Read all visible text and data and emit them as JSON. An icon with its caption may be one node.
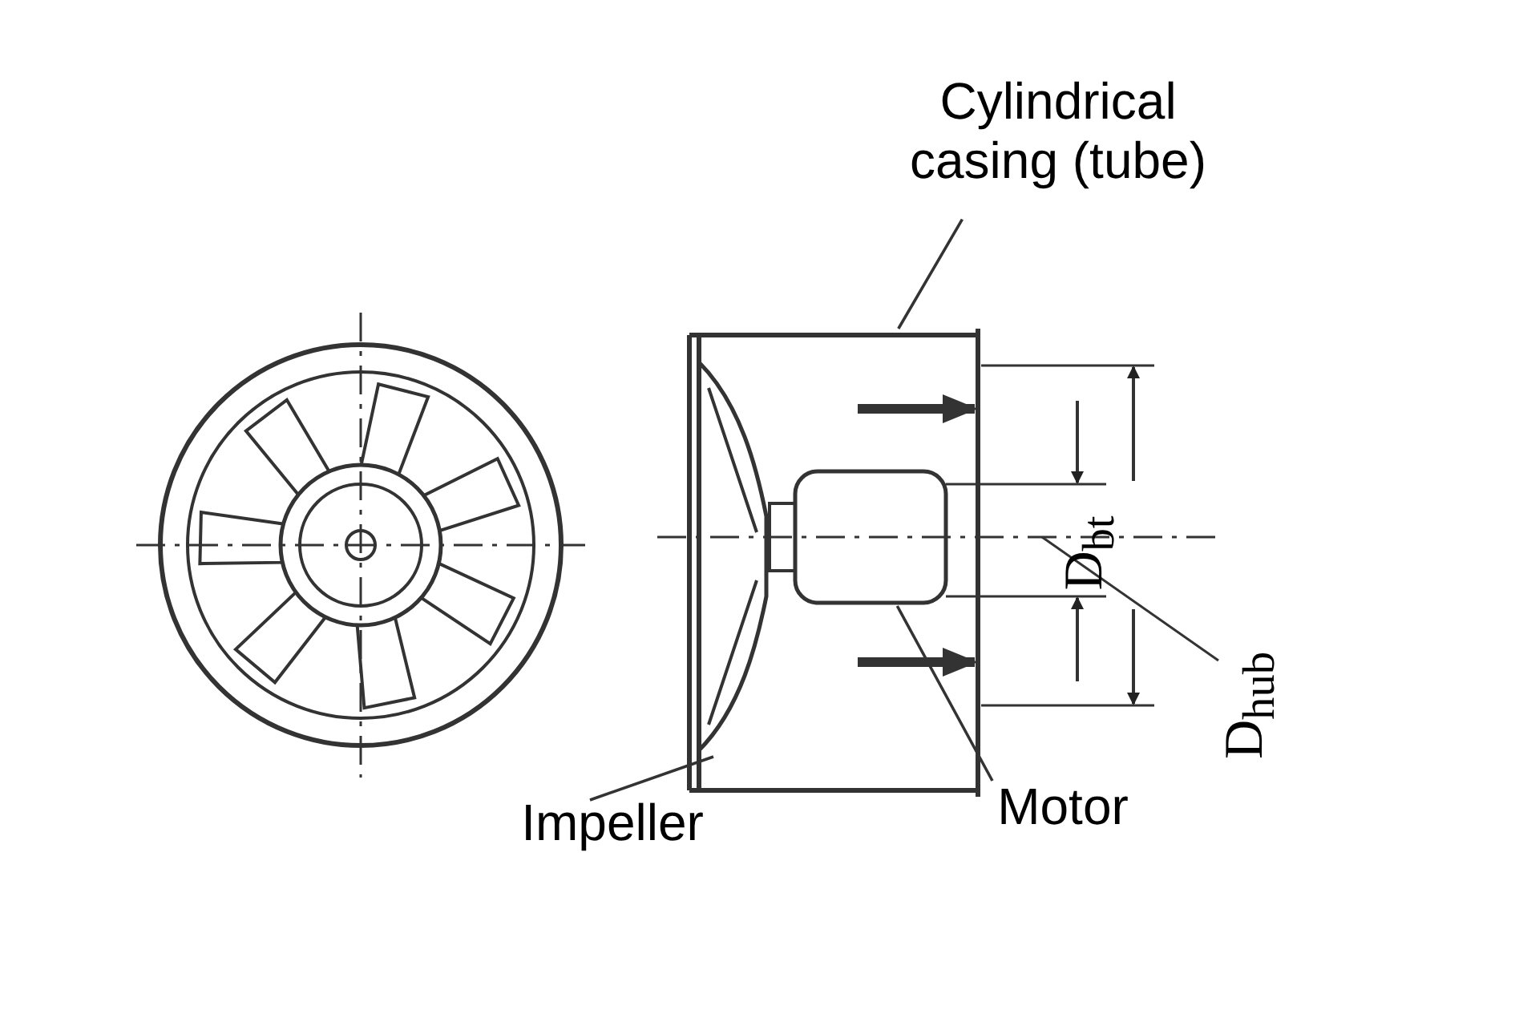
{
  "diagram": {
    "nodes": [
      {
        "text": [
          "Cylindrical casing (tube)"
        ]
      },
      {
        "text": [],
        "shape": "picture"
      },
      {
        "text": [
          "Impeller"
        ]
      },
      {
        "text": [],
        "shape": "picture",
        "in": 1
      },
      {
        "text": [
          "Motor"
        ]
      },
      {
        "text": [],
        "shape": "box",
        "in": 1
      }
    ],
    "edges": [
      {
        "from": 0,
        "to": 1,
        "arrow": "none"
      },
      {
        "from": 2,
        "to": 3,
        "arrow": "none"
      },
      {
        "from": 4,
        "to": 5,
        "arrow": "none"
      }
    ],
    "labels": [
      "D$_{bt}$",
      "D$_{hub}$"
    ]
  }
}
